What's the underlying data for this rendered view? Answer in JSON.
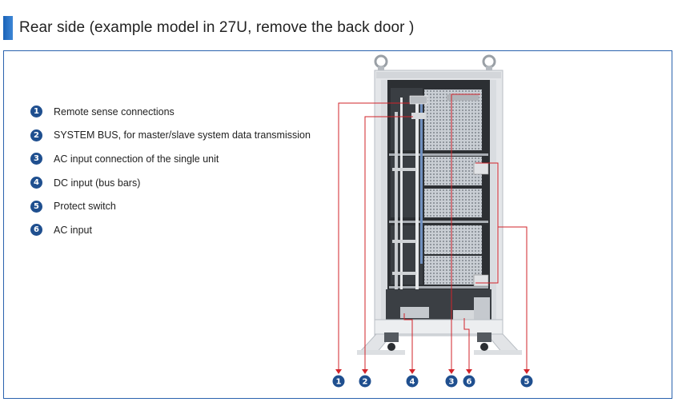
{
  "header": {
    "title": "Rear side (example model in 27U, remove the back door )"
  },
  "legend": [
    {
      "num": "1",
      "label": "Remote sense connections"
    },
    {
      "num": "2",
      "label": "SYSTEM BUS, for master/slave system data transmission"
    },
    {
      "num": "3",
      "label": "AC input connection of the single unit"
    },
    {
      "num": "4",
      "label": "DC input (bus bars)"
    },
    {
      "num": "5",
      "label": "Protect switch"
    },
    {
      "num": "6",
      "label": "AC input"
    }
  ],
  "markers": [
    "1",
    "2",
    "4",
    "3",
    "6",
    "5"
  ],
  "colors": {
    "accent": "#1a63b8",
    "badge": "#1f4f8f",
    "callout_line": "#d2232a",
    "panel_border": "#2a62ae"
  }
}
